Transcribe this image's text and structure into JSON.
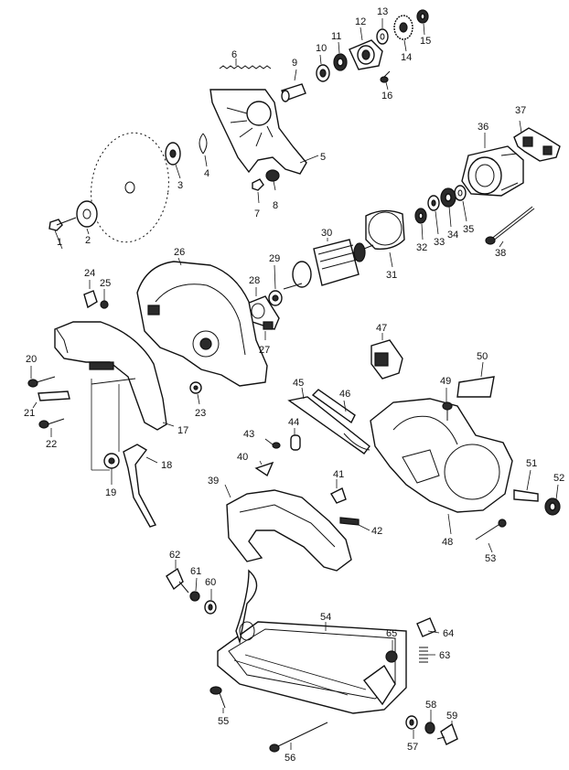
{
  "diagram": {
    "part_numbers": [
      "1",
      "2",
      "3",
      "4",
      "5",
      "6",
      "7",
      "8",
      "9",
      "10",
      "11",
      "12",
      "13",
      "14",
      "15",
      "16",
      "17",
      "18",
      "19",
      "20",
      "21",
      "22",
      "23",
      "24",
      "25",
      "26",
      "27",
      "28",
      "29",
      "30",
      "31",
      "32",
      "33",
      "34",
      "35",
      "36",
      "37",
      "38",
      "39",
      "40",
      "41",
      "42",
      "43",
      "44",
      "45",
      "46",
      "47",
      "48",
      "49",
      "50",
      "51",
      "52",
      "53",
      "54",
      "55",
      "56",
      "57",
      "58",
      "59",
      "60",
      "61",
      "62",
      "63",
      "64",
      "65"
    ]
  }
}
